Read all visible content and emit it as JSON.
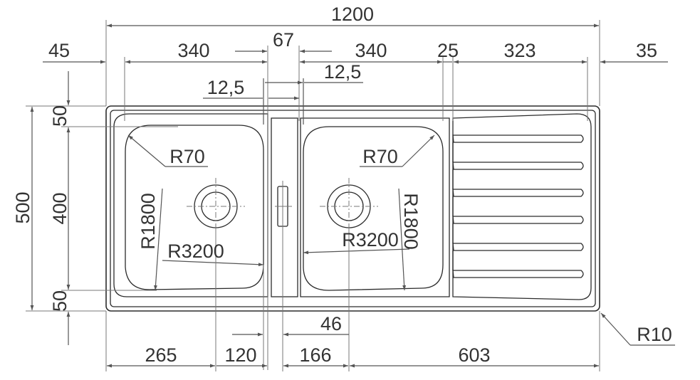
{
  "dimensions": {
    "overall_width": "1200",
    "left_margin": "45",
    "left_bowl_width": "340",
    "bowl_gap": "67",
    "right_bowl_width": "340",
    "bowl_to_drainer": "25",
    "drainer_width": "323",
    "right_margin": "35",
    "left_offset_12_5": "12,5",
    "right_offset_12_5": "12,5",
    "top_margin": "50",
    "bowl_depth": "400",
    "bottom_margin": "50",
    "overall_depth": "500",
    "left_corner_radius": "R70",
    "right_corner_radius": "R70",
    "left_side_radius": "R1800",
    "right_side_radius": "R1800",
    "left_front_radius": "R3200",
    "right_front_radius": "R3200",
    "outer_corner_radius": "R10",
    "divider_width": "46",
    "drain_offset_left": "265",
    "drain_to_bowl_edge": "120",
    "divider_to_drain": "166",
    "drain_to_right_edge": "603"
  },
  "colors": {
    "line": "#555555",
    "outline": "#2b2b2b",
    "text": "#333333"
  }
}
